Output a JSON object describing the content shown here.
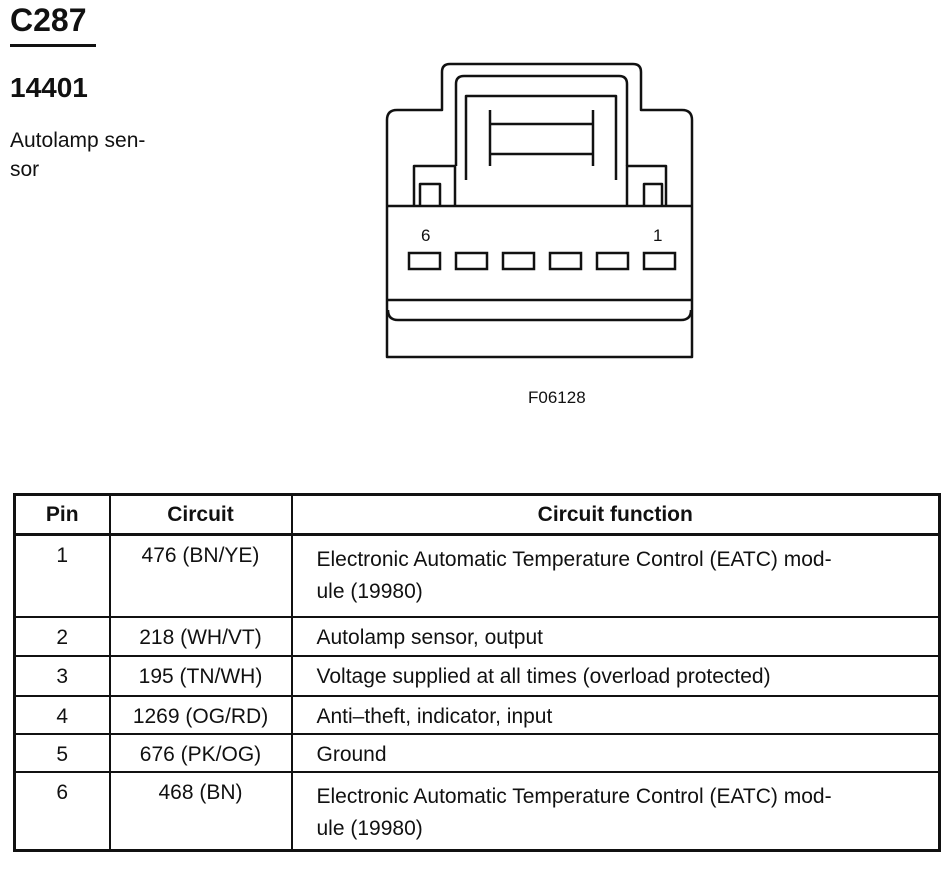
{
  "header": {
    "connector_id": "C287",
    "part_number": "14401",
    "description": "Autolamp sen-\nsor"
  },
  "figure": {
    "code": "F06128",
    "pin_label_left": "6",
    "pin_label_right": "1",
    "pin_count": 6
  },
  "table": {
    "headers": [
      "Pin",
      "Circuit",
      "Circuit function"
    ],
    "rows": [
      {
        "pin": "1",
        "circuit": "476 (BN/YE)",
        "function": "Electronic Automatic Temperature Control (EATC) mod-\nule (19980)"
      },
      {
        "pin": "2",
        "circuit": "218 (WH/VT)",
        "function": "Autolamp sensor, output"
      },
      {
        "pin": "3",
        "circuit": "195 (TN/WH)",
        "function": "Voltage supplied at all times (overload protected)"
      },
      {
        "pin": "4",
        "circuit": "1269 (OG/RD)",
        "function": "Anti–theft, indicator, input"
      },
      {
        "pin": "5",
        "circuit": "676 (PK/OG)",
        "function": "Ground"
      },
      {
        "pin": "6",
        "circuit": "468 (BN)",
        "function": "Electronic Automatic Temperature Control (EATC) mod-\nule (19980)"
      }
    ]
  }
}
